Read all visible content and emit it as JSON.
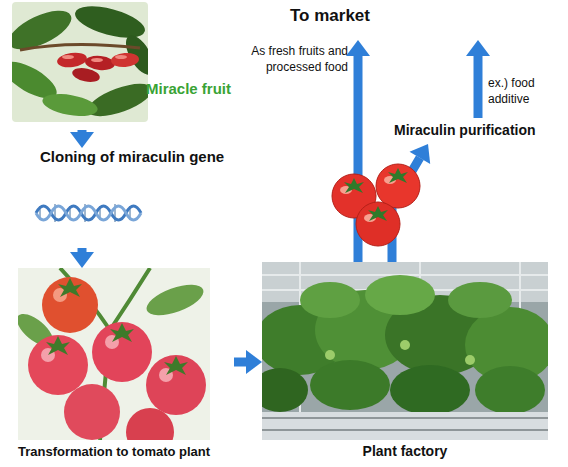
{
  "diagram": {
    "nodes": [
      {
        "text": [
          "Miracle fruit"
        ]
      },
      {
        "text": [
          "Cloning of miraculin gene"
        ]
      },
      {
        "text": [
          "Transformation to tomato plant"
        ]
      },
      {
        "text": [
          "Plant factory"
        ]
      },
      {
        "text": [
          "Miraculin purification"
        ]
      },
      {
        "text": [
          "To market"
        ]
      }
    ],
    "edges": [
      {
        "from": 0,
        "to": 1,
        "arrow": "to"
      },
      {
        "from": 1,
        "to": 2,
        "arrow": "to"
      },
      {
        "from": 2,
        "to": 3,
        "arrow": "to"
      },
      {
        "from": 3,
        "to": 5,
        "arrow": "to",
        "label": "As fresh fruits and processed food"
      },
      {
        "from": 3,
        "to": 4,
        "arrow": "to"
      },
      {
        "from": 4,
        "to": 5,
        "arrow": "to",
        "label": "ex.) food additive"
      }
    ]
  }
}
